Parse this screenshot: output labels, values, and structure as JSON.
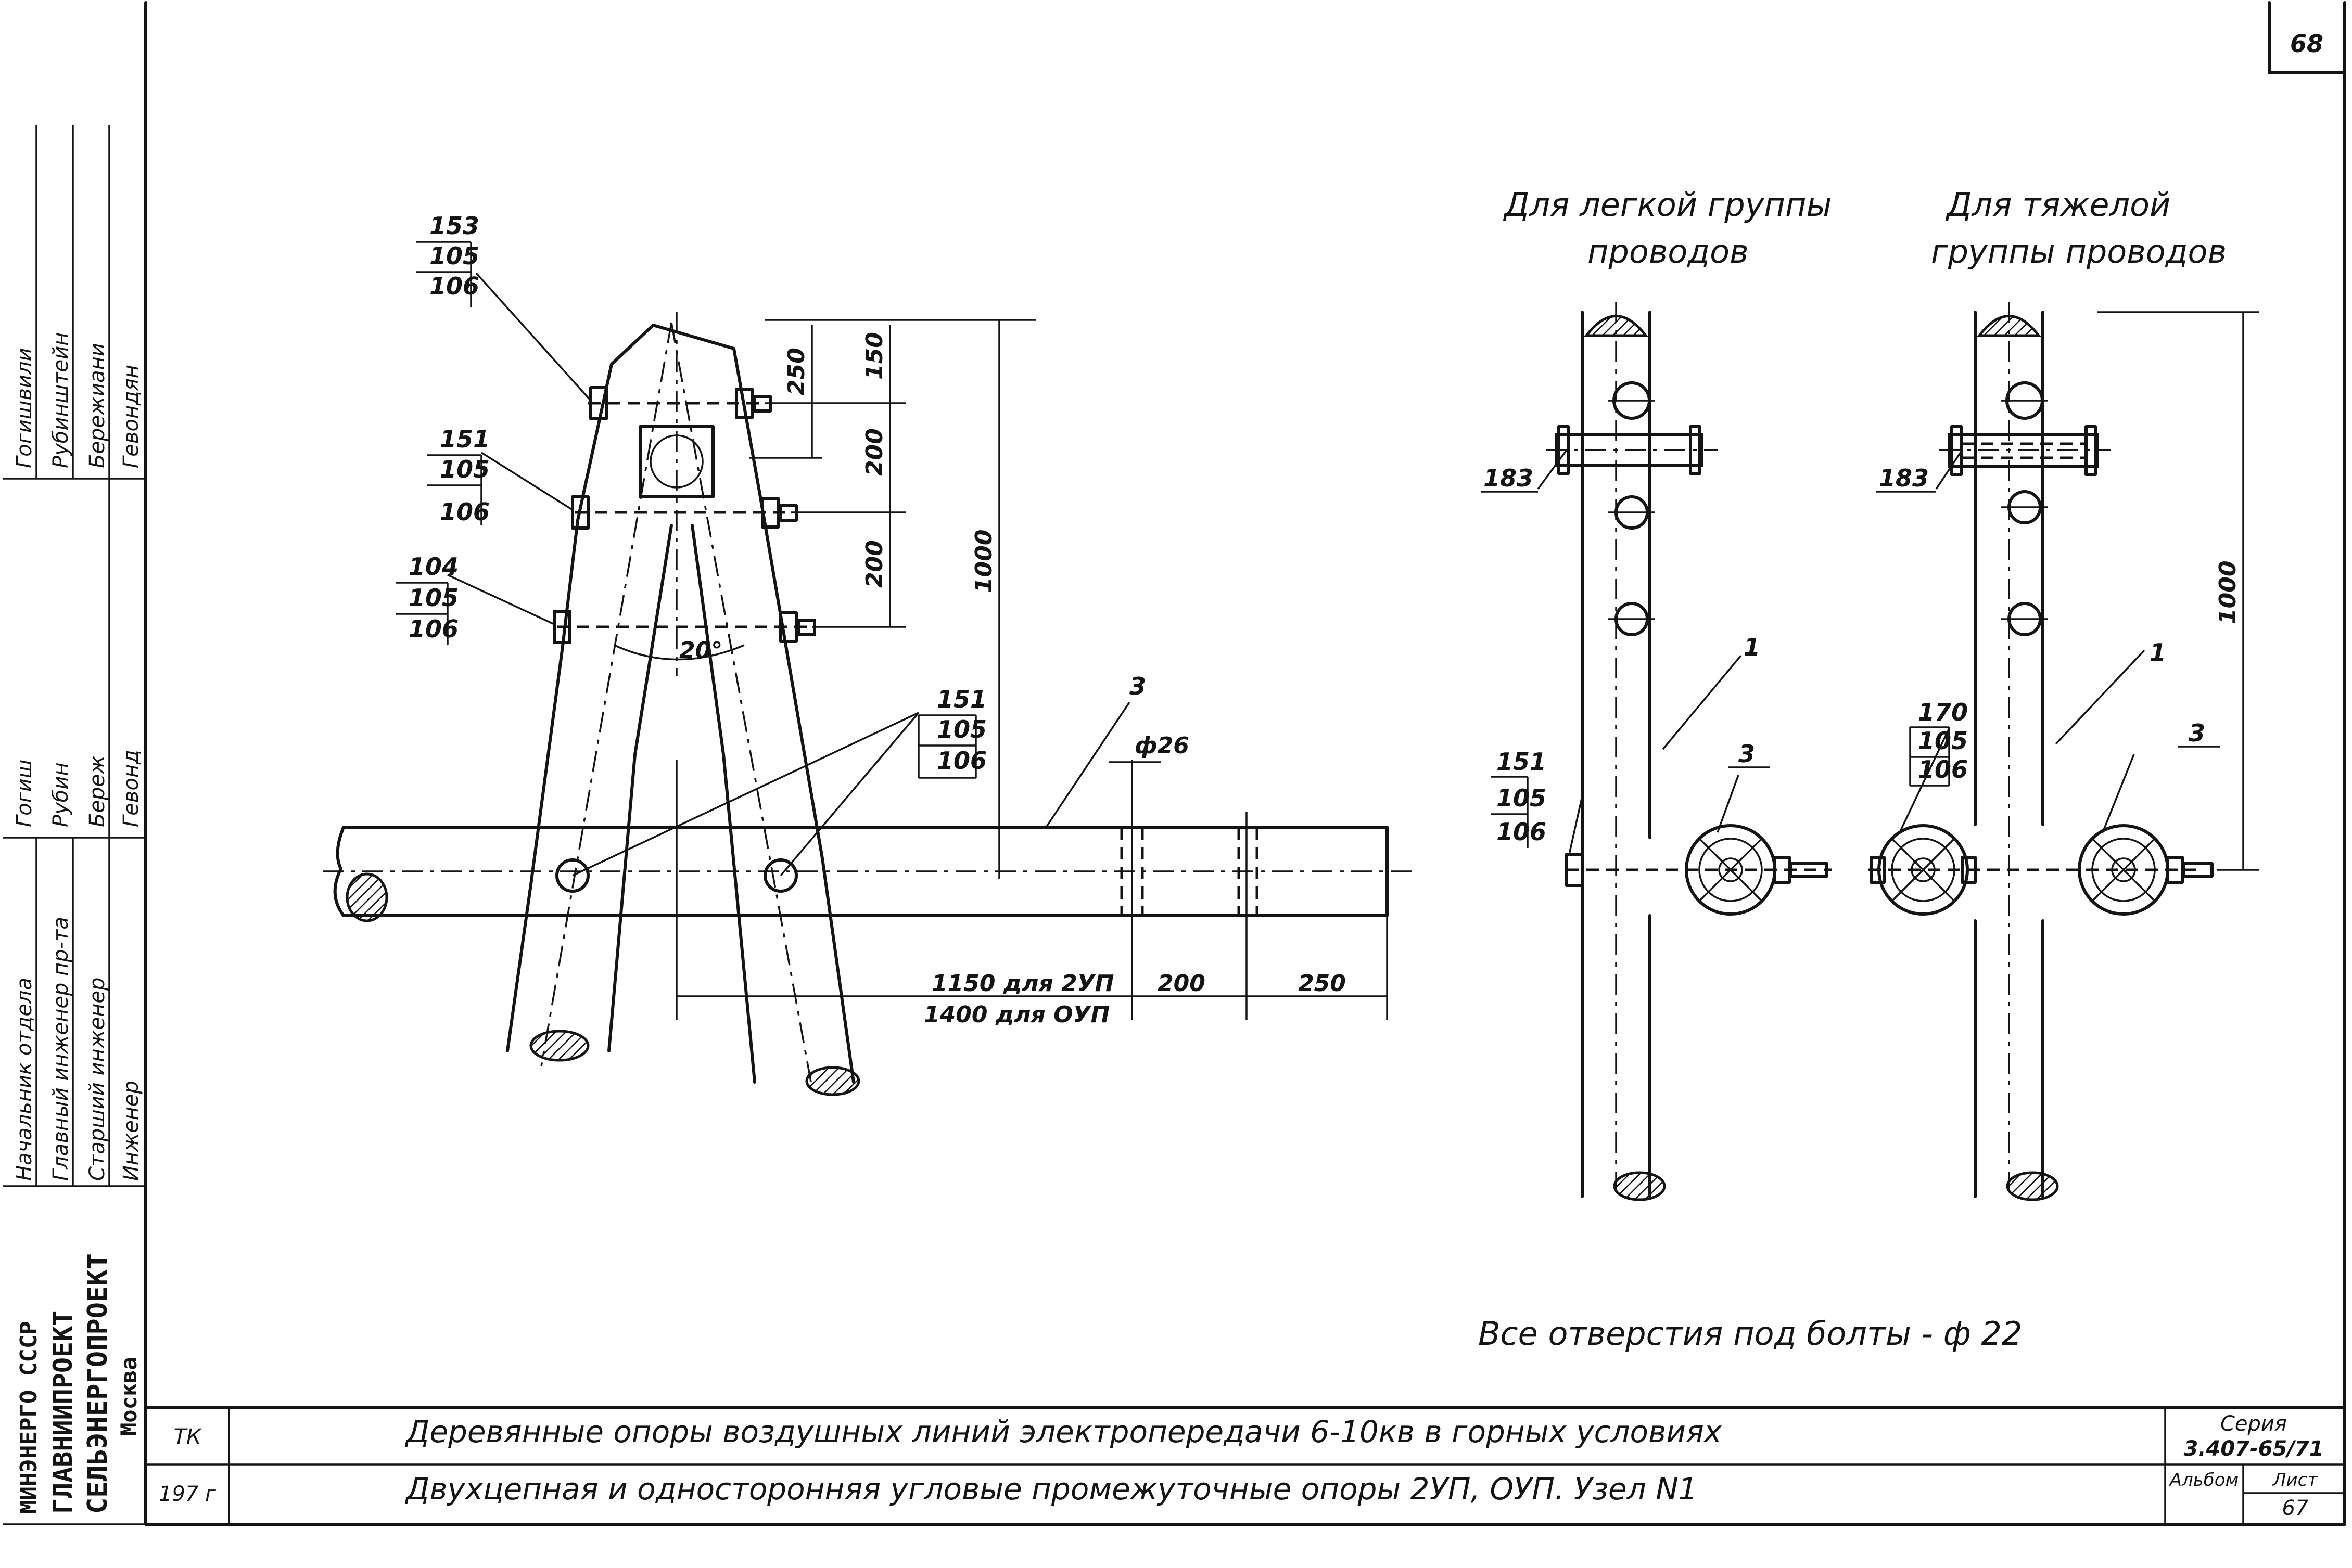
{
  "sheet_number": "68",
  "caption_light": [
    "Для легкой группы",
    "проводов"
  ],
  "caption_heavy": [
    "Для тяжелой",
    "группы проводов"
  ],
  "note": "Все отверстия под болты - ф 22",
  "pos_labels": {
    "l1": [
      "153",
      "105",
      "106"
    ],
    "l2": [
      "151",
      "105",
      "106"
    ],
    "l3": [
      "104",
      "105",
      "106"
    ],
    "l4": [
      "151",
      "105",
      "106"
    ],
    "crossarm": "3",
    "light_183": "183",
    "light_pole": "1",
    "light_ins": "3",
    "light_bolt": [
      "151",
      "105",
      "106"
    ],
    "heavy_183": "183",
    "heavy_bolt": [
      "170",
      "105",
      "106"
    ],
    "heavy_pole": "1",
    "heavy_ins": "3"
  },
  "dims": {
    "d250": "250",
    "d150": "150",
    "d200a": "200",
    "d200b": "200",
    "d1000": "1000",
    "angle": "20°",
    "diam": "ф26",
    "len1": "1150 для 2УП",
    "len2": "1400 для ОУП",
    "d200c": "200",
    "d250b": "250",
    "heavy1000": "1000"
  },
  "stamp": {
    "roles": [
      "Начальник отдела",
      "Главный инженер пр-та",
      "Старший инженер",
      "Инженер"
    ],
    "names": [
      "Гогишвили",
      "Рубинштейн",
      "Бережиани",
      "Гевондян"
    ],
    "sigs": [
      "Гогиш",
      "Рубин",
      "Береж",
      "Гевонд"
    ],
    "org": [
      "МИНЭНЕРГО СССР",
      "ГЛАВНИИПРОЕКТ",
      "СЕЛЬЭНЕРГОПРОЕКТ",
      "Москва"
    ]
  },
  "title_block": {
    "code": "ТК",
    "year": "197 г",
    "title1": "Деревянные опоры воздушных линий электропередачи 6-10кв в горных условиях",
    "title2": "Двухцепная и односторонняя угловые промежуточные опоры 2УП, ОУП. Узел N1",
    "series_label": "Серия",
    "series": "3.407-65/71",
    "album_label": "Альбом",
    "sheet_label": "Лист",
    "sheet": "67"
  }
}
